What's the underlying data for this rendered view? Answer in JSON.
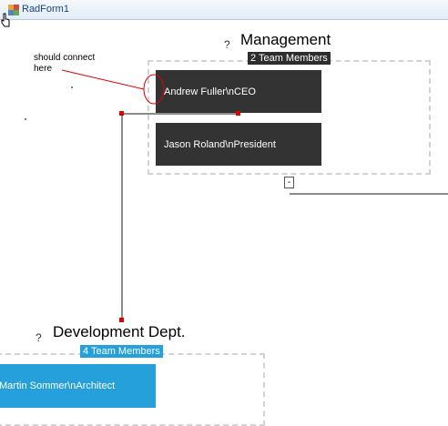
{
  "window": {
    "title": "RadForm1"
  },
  "annotation": {
    "text": "should connect here"
  },
  "groups": [
    {
      "title": "Management",
      "question_mark": "?",
      "member_count": "2 Team Members"
    },
    {
      "title": "Development Dept.",
      "question_mark": "?",
      "member_count": "4 Team Members"
    }
  ],
  "nodes": {
    "andrew": "Andrew Fuller\\nCEO",
    "jason": "Jason Roland\\nPresident",
    "martin": "Martin Sommer\\nArchitect"
  },
  "collapse_button": {
    "label": "-"
  },
  "colors": {
    "node_dark": "#333333",
    "node_blue": "#26a0da",
    "connector": "#8c8c8c",
    "connector_handle": "#e00000",
    "annotation": "#e00000"
  }
}
